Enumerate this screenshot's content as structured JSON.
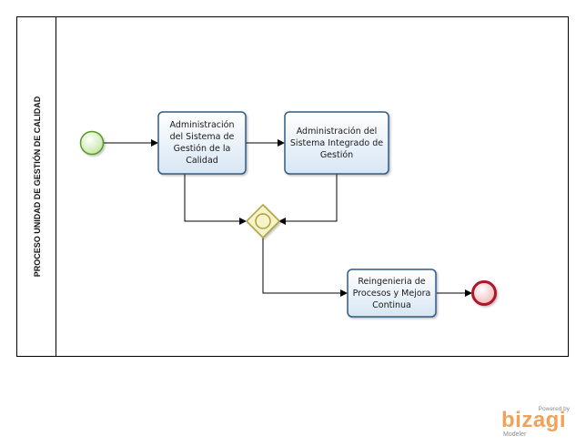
{
  "pool": {
    "label": "PROCESO UNIDAD DE GESTIÓN DE CALIDAD"
  },
  "tasks": [
    {
      "id": "t1",
      "label": "Administración del Sistema de Gestión de la Calidad"
    },
    {
      "id": "t2",
      "label": "Administración del Sistema Integrado de Gestión"
    },
    {
      "id": "t3",
      "label": "Reingenieria de Procesos y Mejora Continua"
    }
  ],
  "events": {
    "start": "start-event",
    "end": "end-event"
  },
  "gateway": {
    "type": "inclusive"
  },
  "branding": {
    "powered": "Powered by",
    "name": "bizagi",
    "product": "Modeler"
  },
  "colors": {
    "task_fill_top": "#ffffff",
    "task_fill_bottom": "#d7e6f4",
    "task_border": "#2e5b86",
    "start_fill": "#d8efc0",
    "start_border": "#5a9a2a",
    "end_fill": "#f4c7c7",
    "end_border": "#b0182a",
    "gateway_fill": "#f7f3c9",
    "gateway_border": "#a8a23a",
    "brand": "#f0a15a"
  }
}
